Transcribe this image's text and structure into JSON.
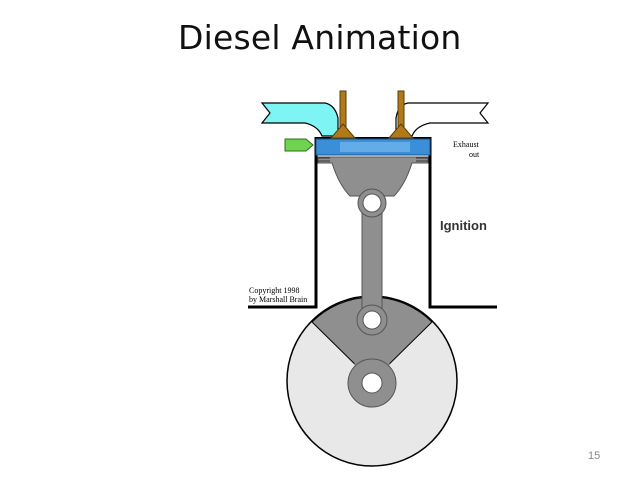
{
  "slide": {
    "title": "Diesel Animation",
    "page_number": "15"
  },
  "diagram": {
    "label_exhaust_line1": "Exhaust",
    "label_exhaust_line2": "out",
    "label_ignition": "Ignition",
    "copyright_line1": "Copyright 1998",
    "copyright_line2": "by Marshall Brain",
    "colors": {
      "intake_port": "#7ff4f4",
      "injector": "#6fd34f",
      "combustion_gas": "#3a8fd8",
      "valve": "#b07a1a",
      "piston_rod": "#8f8f8f",
      "crank_disc": "#e8e8e8",
      "outline": "#000000"
    }
  }
}
